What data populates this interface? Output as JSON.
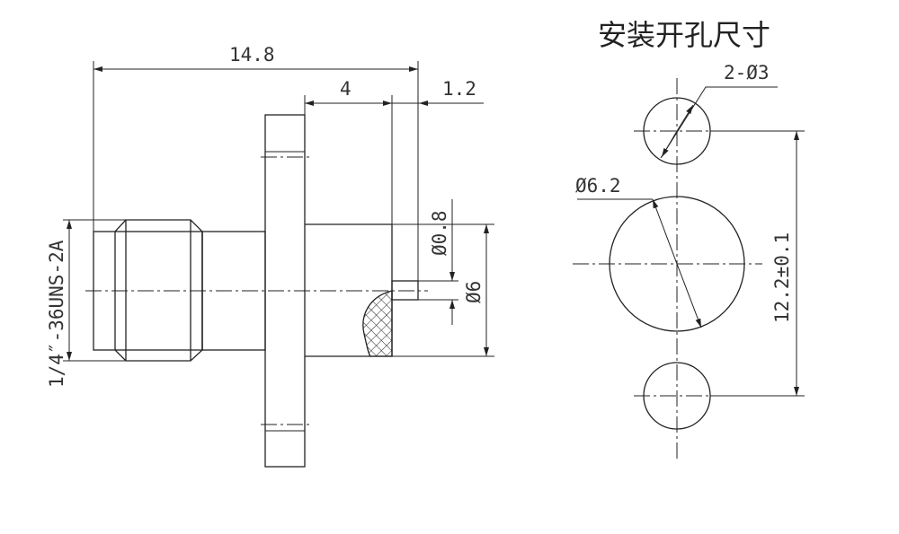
{
  "title": "安装开孔尺寸",
  "side_view": {
    "dim_overall_length": "14.8",
    "dim_flange_to_end": "4",
    "dim_pin_length": "1.2",
    "dim_thread": "1/4″-36UNS-2A",
    "dim_pin_diameter": "Ø0.8",
    "dim_body_diameter": "Ø6"
  },
  "panel_cutout": {
    "dim_mount_holes": "2-Ø3",
    "dim_center_hole": "Ø6.2",
    "dim_hole_spacing": "12.2±0.1"
  }
}
